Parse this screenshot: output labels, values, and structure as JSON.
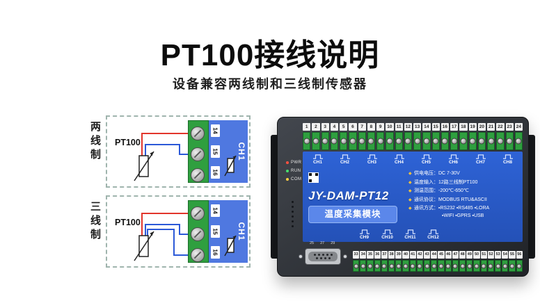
{
  "page": {
    "title": "PT100接线说明",
    "subtitle": "设备兼容两线制和三线制传感器"
  },
  "colors": {
    "wire_red": "#e2352b",
    "wire_blue": "#2b59d8",
    "terminal_green": "#2f9f3f",
    "panel_blue": "#4f78e0",
    "badge_blue": "#5b87ea",
    "bullet_yellow": "#f2c23c",
    "led_pwr": "#ff5040",
    "led_run": "#46e06c",
    "led_com": "#ffd044"
  },
  "diagrams": [
    {
      "side_label": "两线制",
      "sensor_label": "PT100",
      "terminal_numbers": [
        "14",
        "15",
        "16"
      ],
      "channel_label": "CH1"
    },
    {
      "side_label": "三线制",
      "sensor_label": "PT100",
      "terminal_numbers": [
        "14",
        "15",
        "16"
      ],
      "channel_label": "CH1"
    }
  ],
  "device": {
    "model": "JY-DAM-PT12",
    "product_name": "温度采集模块",
    "leds": [
      "PWR",
      "RUN",
      "COM"
    ],
    "top_channels": [
      "CH1",
      "CH2",
      "CH3",
      "CH4",
      "CH5",
      "CH6",
      "CH7",
      "CH8"
    ],
    "bottom_channels": [
      "CH9",
      "CH10",
      "CH11",
      "CH12"
    ],
    "top_terminal_numbers": [
      "1",
      "2",
      "3",
      "4",
      "5",
      "6",
      "7",
      "8",
      "9",
      "10",
      "11",
      "12",
      "13",
      "14",
      "15",
      "16",
      "17",
      "18",
      "19",
      "20",
      "21",
      "22",
      "23",
      "24"
    ],
    "bottom_terminal_numbers": [
      "33",
      "34",
      "35",
      "36",
      "37",
      "38",
      "39",
      "40",
      "41",
      "42",
      "43",
      "44",
      "45",
      "46",
      "47",
      "48",
      "49",
      "50",
      "51",
      "52",
      "53",
      "54",
      "55",
      "56"
    ],
    "db9_labels": [
      "25",
      "27",
      "29"
    ],
    "specs": [
      {
        "bullet": "◆",
        "label": "供电电压",
        "sep": "：",
        "value": "DC 7-30V"
      },
      {
        "bullet": "◆",
        "label": "温度输入",
        "sep": "：",
        "value": "12路三线制PT100"
      },
      {
        "bullet": "◆",
        "label": "测温范围",
        "sep": "：",
        "value": "-200℃-650℃"
      },
      {
        "bullet": "◆",
        "label": "通讯协议",
        "sep": "：",
        "value": "MODBUS RTU&ASCII"
      },
      {
        "bullet": "◆",
        "label": "通讯方式",
        "sep": "：",
        "value": "▪RS232 ▪RS485 ▪LORA"
      },
      {
        "bullet": "",
        "label": "",
        "sep": "",
        "value": "▪WIFI ▪GPRS ▪USB"
      }
    ]
  }
}
